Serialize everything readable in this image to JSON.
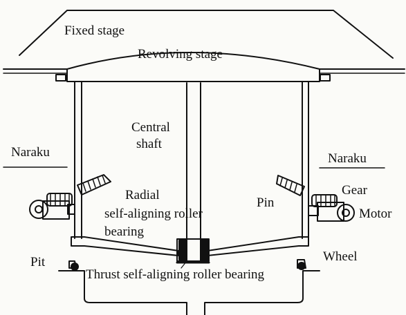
{
  "labels": {
    "fixed_stage": "Fixed stage",
    "revolving_stage": "Revolving stage",
    "central_shaft_line1": "Central",
    "central_shaft_line2": "shaft",
    "naraku_left": "Naraku",
    "naraku_right": "Naraku",
    "radial_line1": "Radial",
    "radial_line2": "self-aligning roller",
    "radial_line3": "bearing",
    "pin": "Pin",
    "gear": "Gear",
    "motor": "Motor",
    "pit": "Pit",
    "wheel": "Wheel",
    "thrust_bearing": "Thrust self-aligning roller bearing"
  },
  "colors": {
    "ink": "#111111",
    "paper": "#fbfbf8"
  }
}
